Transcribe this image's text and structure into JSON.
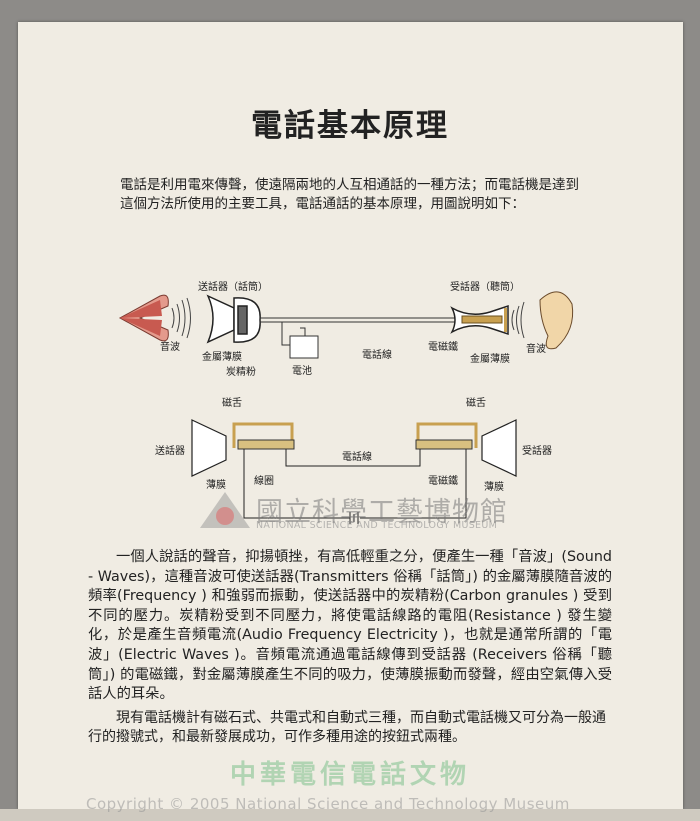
{
  "title": "電話基本原理",
  "intro": "電話是利用電來傳聲，使遠隔兩地的人互相通話的一種方法；而電話機是達到這個方法所使用的主要工具，電話通話的基本原理，用圖說明如下：",
  "diagram1": {
    "transmitter": "送話器（話筒）",
    "sound_wave_left": "音波",
    "metal_diaphragm_left": "金屬薄膜",
    "carbon_granules": "炭精粉",
    "battery": "電池",
    "phone_line": "電話線",
    "receiver": "受話器（聽筒）",
    "electromagnet": "電磁鐵",
    "metal_diaphragm_right": "金屬薄膜",
    "sound_wave_right": "音波"
  },
  "diagram2": {
    "magnet_tongue_left": "磁舌",
    "magnet_tongue_right": "磁舌",
    "transmitter": "送話器",
    "receiver": "受話器",
    "phone_line": "電話線",
    "coil": "線圈",
    "electromagnet": "電磁鐵",
    "diaphragm_left": "薄膜",
    "diaphragm_right": "薄膜"
  },
  "watermark": {
    "museum_cn": "國立科學工藝博物館",
    "museum_en": "NATIONAL SCIENCE AND TECHNOLOGY MUSEUM",
    "green": "中華電信電話文物",
    "copyright": "Copyright © 2005 National Science and Technology Museum"
  },
  "body": "一個人說話的聲音，抑揚頓挫，有高低輕重之分，便產生一種「音波」(Sound - Waves)，這種音波可使送話器(Transmitters 俗稱「話筒」) 的金屬薄膜隨音波的頻率(Frequency ) 和強弱而振動，使送話器中的炭精粉(Carbon granules ) 受到不同的壓力。炭精粉受到不同壓力，將使電話線路的電阻(Resistance ) 發生變化，於是產生音頻電流(Audio Frequency Electricity )，也就是通常所謂的「電波」(Electric Waves )。音頻電流通過電話線傳到受話器 (Receivers 俗稱「聽筒」) 的電磁鐵，對金屬薄膜產生不同的吸力，使薄膜振動而發聲，經由空氣傳入受話人的耳朵。",
  "last": "現有電話機計有磁石式、共電式和自動式三種，而自動式電話機又可分為一般通行的撥號式，和最新發展成功，可作多種用途的按鈕式兩種。"
}
